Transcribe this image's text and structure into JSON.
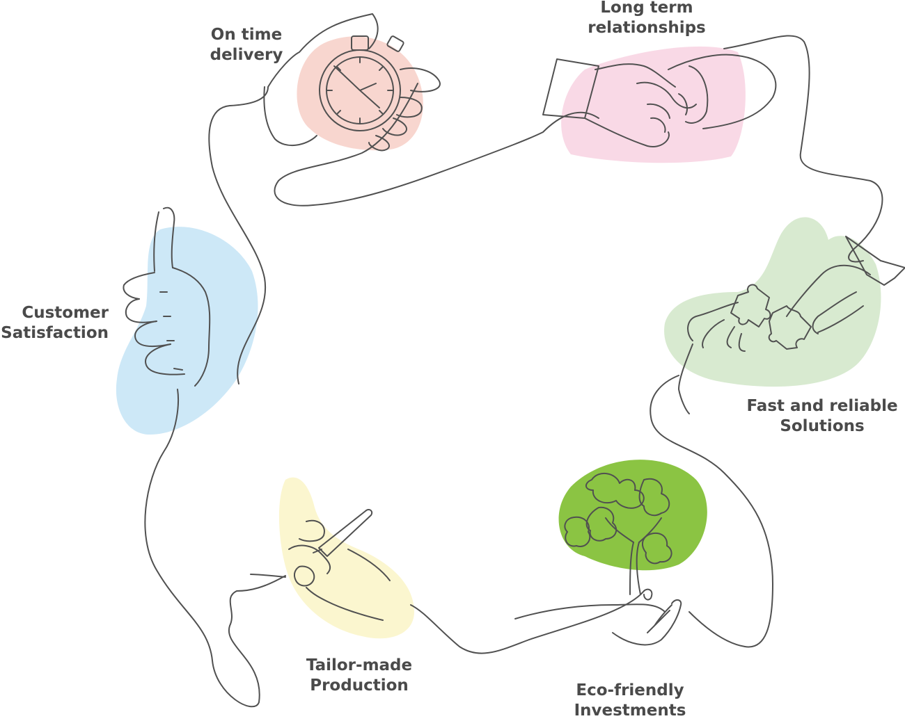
{
  "colors": {
    "ink": "#505050",
    "label_text": "#4a4a4a",
    "blob_on_time": "#f8d6cf",
    "blob_relationships": "#f9d9e6",
    "blob_solutions": "#d8ead0",
    "blob_eco": "#8bc443",
    "blob_tailor": "#fbf6cf",
    "blob_satisfaction": "#cde8f7"
  },
  "icons": {
    "on_time": "stopwatch-in-hand-icon",
    "relationships": "handshake-icon",
    "solutions": "puzzle-pieces-in-hands-icon",
    "eco": "tree-in-hand-icon",
    "tailor": "hand-with-pen-icon",
    "satisfaction": "thumbs-up-icon"
  },
  "labels": {
    "on_time": [
      "On time",
      "delivery"
    ],
    "relationships": [
      "Long term",
      "relationships"
    ],
    "solutions": [
      "Fast and reliable",
      "Solutions"
    ],
    "eco": [
      "Eco-friendly",
      "Investments"
    ],
    "tailor": [
      "Tailor-made",
      "Production"
    ],
    "satisfaction": [
      "Customer",
      "Satisfaction"
    ]
  }
}
